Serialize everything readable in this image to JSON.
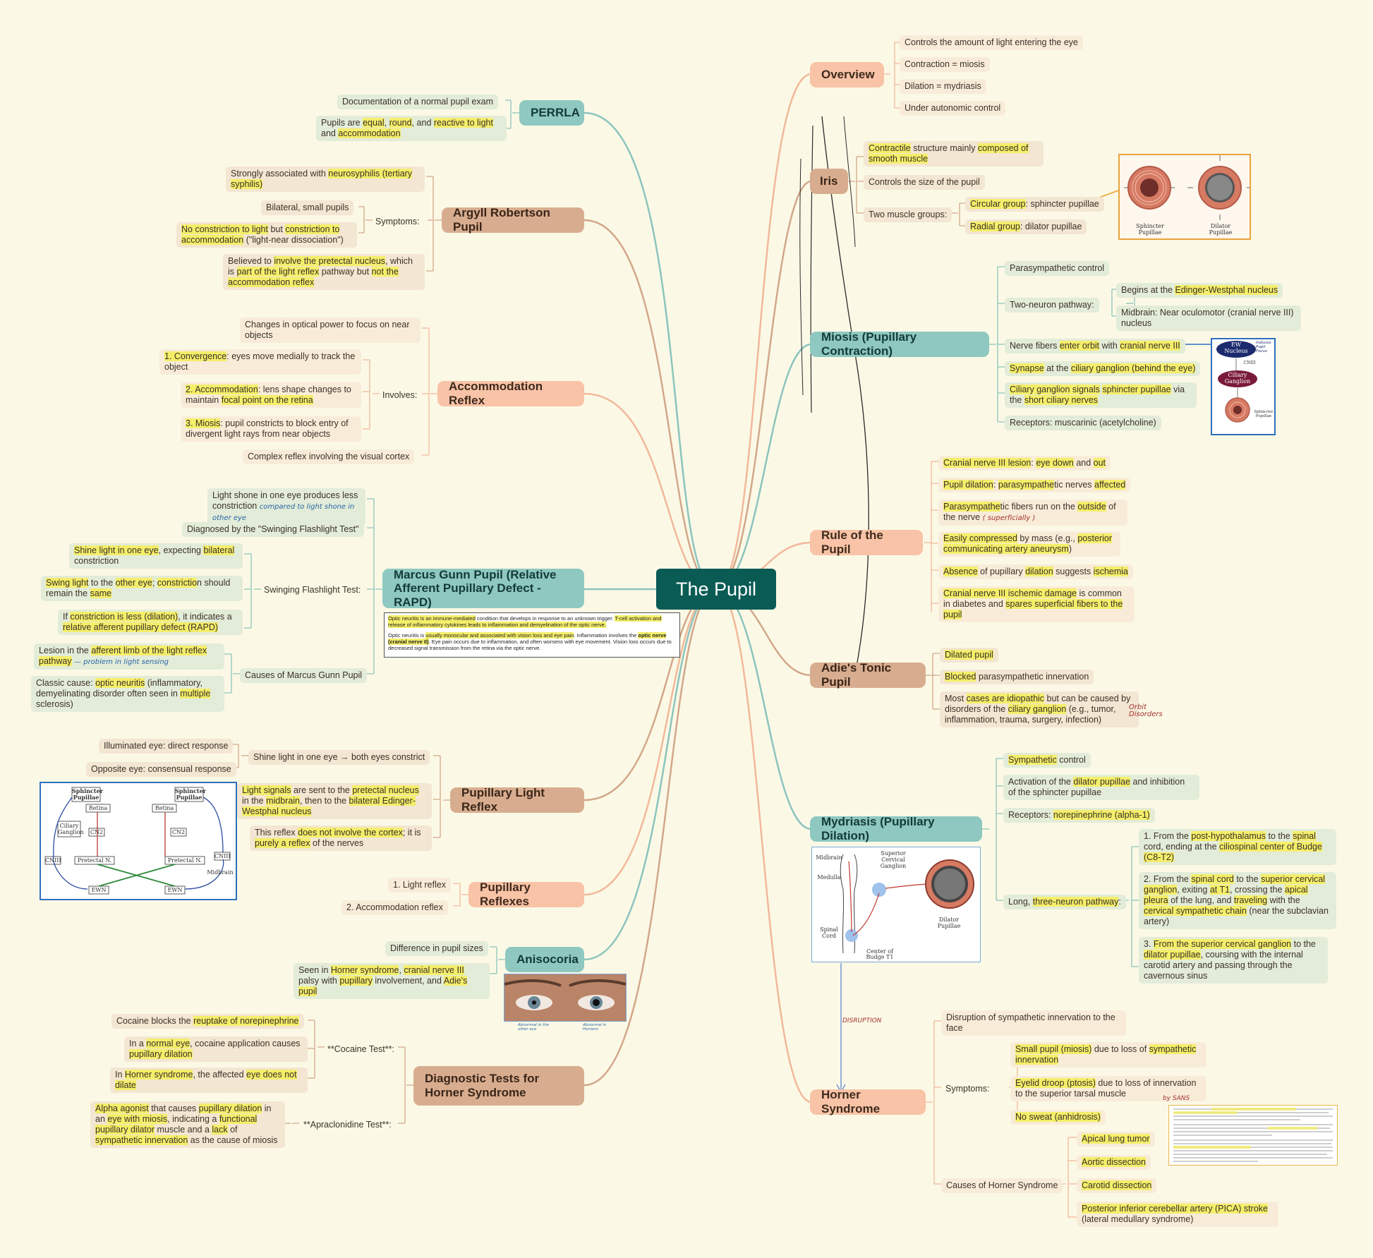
{
  "central": "The Pupil",
  "right": {
    "overview": {
      "title": "Overview",
      "items": [
        "Controls the amount of light entering the eye",
        "Contraction = miosis",
        "Dilation = mydriasis",
        "Under autonomic control"
      ]
    },
    "iris": {
      "title": "Iris",
      "item1_hl1": "Contractile",
      "item1_t1": " structure mainly ",
      "item1_hl2": "composed of smooth muscle",
      "item2": "Controls the size of the pupil",
      "groups_label": "Two muscle groups:",
      "circular_hl": "Circular group",
      "circular_rest": ": sphincter pupillae",
      "radial_hl": "Radial group",
      "radial_rest": ": dilator pupillae",
      "fig_labels": [
        "Sphincter Pupillae",
        "Dilator Pupillae"
      ]
    },
    "miosis": {
      "title": "Miosis (Pupillary Contraction)",
      "item1": "Parasympathetic control",
      "pathway_label": "Two-neuron pathway:",
      "ew_t1": "Begins at the ",
      "ew_hl": "Edinger-Westphal nucleus",
      "midbrain": "Midbrain: Near oculomotor (cranial nerve III) nucleus",
      "fibers_t1": "Nerve fibers ",
      "fibers_hl1": "enter orbit",
      "fibers_t2": " with ",
      "fibers_hl2": "cranial nerve III",
      "synapse_hl1": "Synapse",
      "synapse_t1": " at the ",
      "synapse_hl2": "ciliary ganglion (behind the eye)",
      "signals_hl1": "Ciliary ganglion signals",
      "signals_t1": " ",
      "signals_hl2": "sphincter pupillae",
      "signals_t2": " via the ",
      "signals_hl3": "short ciliary nerves",
      "receptors": "Receptors: muscarinic (acetylcholine)",
      "fig_labels": [
        "EW Nucleus",
        "CNIII",
        "Ciliary Ganglion",
        "Sphincter Pupillae",
        "Induces Pupil Focus"
      ]
    },
    "rule": {
      "title": "Rule of the Pupil",
      "i1_hl1": "Cranial nerve III lesion",
      "i1_t1": ": ",
      "i1_hl2": "eye down",
      "i1_t2": " and ",
      "i1_hl3": "out",
      "i2_hl1": "Pupil dilation",
      "i2_t1": ": ",
      "i2_hl2": "parasympathe",
      "i2_t2": "tic nerves ",
      "i2_hl3": "affected",
      "i3_hl1": "Parasympathe",
      "i3_t1": "tic fibers run on the ",
      "i3_hl2": "outside",
      "i3_t2": " of the nerve",
      "i3_note": "( superficially )",
      "i4_hl1": "Easily compressed",
      "i4_t1": " by mass (e.g., ",
      "i4_hl2": "posterior communicating artery aneurysm",
      "i4_t2": ")",
      "i5_hl1": "Absence",
      "i5_t1": " of pupillary ",
      "i5_hl2": "dilation",
      "i5_t2": " suggests ",
      "i5_hl3": "ischemia",
      "i6_hl1": "Cranial nerve III ischemic damage",
      "i6_t1": " is common in diabetes and ",
      "i6_hl2": "spares superficial fibers to the pupil"
    },
    "adie": {
      "title": "Adie's Tonic Pupil",
      "i1_hl": "Dilated pupil",
      "i2_hl": "Blocked",
      "i2_t": " parasympathetic innervation",
      "i3_t1": "Most ",
      "i3_hl1": "cases are idiopathic",
      "i3_t2": " but can be caused by disorders of the ",
      "i3_hl2": "ciliary ganglion",
      "i3_t3": " (e.g., tumor, inflammation, trauma, surgery, infection)",
      "note": "Orbit Disorders"
    },
    "mydriasis": {
      "title": "Mydriasis (Pupillary Dilation)",
      "i1_hl": "Sympathetic",
      "i1_t": " control",
      "i2_t1": "Activation of the ",
      "i2_hl": "dilator pupillae",
      "i2_t2": " and inhibition of the sphincter pupillae",
      "i3_t1": "Receptors: ",
      "i3_hl": "norepinephrine (alpha-1)",
      "path_t1": "Long, ",
      "path_hl": "three-neuron pathway",
      "path_t2": ":",
      "p1_t1": "1. From the ",
      "p1_hl1": "post-hypothalamus",
      "p1_t2": " to the ",
      "p1_hl2": "spinal",
      "p1_t3": " cord, ending at the ",
      "p1_hl3": "ciliospinal center of Budge (C8-T2)",
      "p2_t1": "2. From the ",
      "p2_hl1": "spinal cord",
      "p2_t2": " to the ",
      "p2_hl2": "superior cervical ganglion",
      "p2_t3": ", exiting ",
      "p2_hl3": "at T1",
      "p2_t4": ", crossing the ",
      "p2_hl4": "apical pleura",
      "p2_t5": " of the lung, and ",
      "p2_hl5": "traveling",
      "p2_t6": " with the ",
      "p2_hl6": "cervical sympathetic chain",
      "p2_t7": " (near the subclavian artery)",
      "p3_t1": "3. ",
      "p3_hl1": "From the superior cervical ganglion",
      "p3_t2": " to the ",
      "p3_hl2": "dilator pupillae",
      "p3_t3": ", coursing with the internal carotid artery and passing through the cavernous sinus",
      "fig_labels": [
        "Midbrain",
        "Medulla",
        "Spinal Cord",
        "Superior Cervical Ganglion",
        "Center of Budge T1",
        "Dilator Pupillae"
      ],
      "arrow_note": "DISRUPTION"
    },
    "horner": {
      "title": "Horner Syndrome",
      "i1": "Disruption of sympathetic innervation to the face",
      "symptoms_label": "Symptoms:",
      "s1_hl1": "Small pupil (miosis)",
      "s1_t1": " due to loss of ",
      "s1_hl2": "sympathetic innervation",
      "s2_hl1": "Eyelid droop (ptosis)",
      "s2_t1": " due to loss of innervation to the superior tarsal muscle",
      "s2_note": "by SANS",
      "s3_hl": "No sweat (anhidrosis)",
      "causes_label": "Causes of Horner Syndrome",
      "c1_hl": "Apical lung tumor",
      "c2_hl": "Aortic dissection",
      "c3_hl": "Carotid dissection",
      "c4_hl": "Posterior inferior cerebellar artery (PICA) stroke",
      "c4_t": " (lateral medullary syndrome)"
    }
  },
  "left": {
    "perrla": {
      "title": "PERRLA",
      "i1": "Documentation of a normal pupil exam",
      "i2_t1": "Pupils are ",
      "i2_hl1": "equal",
      "i2_t2": ", ",
      "i2_hl2": "round",
      "i2_t3": ", and ",
      "i2_hl3": "reactive to light",
      "i2_t4": " and ",
      "i2_hl4": "accommodation"
    },
    "argyll": {
      "title": "Argyll Robertson Pupil",
      "i1_t1": "Strongly associated with ",
      "i1_hl": "neurosyphilis (tertiary syphilis)",
      "symptoms_label": "Symptoms:",
      "s1": "Bilateral, small pupils",
      "s2_hl1": "No constriction to light",
      "s2_t1": " but ",
      "s2_hl2": "constriction to accommodation",
      "s2_t2": " (\"light-near dissociation\")",
      "i3_t1": "Believed to ",
      "i3_hl1": "involve the pretectal nucleus",
      "i3_t2": ", which is ",
      "i3_hl2": "part of the light reflex",
      "i3_t3": " pathway but ",
      "i3_hl3": "not the accommodation reflex"
    },
    "accommodation": {
      "title": "Accommodation Reflex",
      "i1": "Changes in optical power to focus on near objects",
      "involves_label": "Involves:",
      "v1_hl": "1. Convergence",
      "v1_t": ": eyes move medially to track the object",
      "v2_hl": "2. Accommodation",
      "v2_t1": ": lens shape changes to maintain ",
      "v2_hl2": "focal point on the retina",
      "v3_hl": "3. Miosis",
      "v3_t": ": pupil constricts to block entry of divergent light rays from near objects",
      "i2": "Complex reflex involving the visual cortex"
    },
    "marcus": {
      "title": "Marcus Gunn Pupil (Relative Afferent Pupillary Defect - RAPD)",
      "i1": "Light shone in one eye produces less constriction",
      "i1_note": "compared to light shone in other eye",
      "i2": "Diagnosed by the \"Swinging Flashlight Test\"",
      "swing_label": "Swinging Flashlight Test:",
      "w1_hl1": "Shine light in one eye",
      "w1_t1": ", expecting ",
      "w1_hl2": "bilateral",
      "w1_t2": " constriction",
      "w2_hl1": "Swing light",
      "w2_t1": " to the ",
      "w2_hl2": "other eye",
      "w2_t2": "; ",
      "w2_hl3": "constrictio",
      "w2_t3": "n should remain the ",
      "w2_hl4": "same",
      "w3_t1": "If ",
      "w3_hl1": "constriction is less (dilation)",
      "w3_t2": ", it indicates a ",
      "w3_hl2": "relative afferent pupillary defect (RAPD)",
      "causes_label": "Causes of Marcus Gunn Pupil",
      "c1_t1": "Lesion in the ",
      "c1_hl": "afferent limb of the light reflex pathway",
      "c1_note": "— problem in light sensing",
      "c2_t1": "Classic cause: ",
      "c2_hl1": "optic neuritis",
      "c2_t2": " (inflammatory, demyelinating disorder often seen in ",
      "c2_hl2": "multiple",
      "c2_t3": " sclerosis)",
      "box_p1_hl": "Optic neuritis is an immune-mediated",
      "box_p1_t": " condition that develops in response to an unknown trigger. ",
      "box_p1_hl2": "T-cell activation and release of inflammatory cytokines leads to inflammation and demyelination of the optic nerve.",
      "box_p2_t1": "Optic neuritis is ",
      "box_p2_hl": "usually monocular and associated with vision loss and eye pain",
      "box_p2_t2": ". Inflammation involves the ",
      "box_p2_b": "optic nerve (cranial nerve II)",
      "box_p2_t3": ". Eye pain occurs due to inflammation, and often worsens with eye movement. Vision loss occurs due to decreased signal transmission from the retina via the optic nerve."
    },
    "plr": {
      "title": "Pupillary Light Reflex",
      "shine": "Shine light in one eye → both eyes constrict",
      "direct": "Illuminated eye: direct response",
      "consensual": "Opposite eye: consensual response",
      "i2_hl1": "Light signals",
      "i2_t1": " are sent to the ",
      "i2_hl2": "pretectal nucleus",
      "i2_t2": " in the ",
      "i2_hl3": "midbrain",
      "i2_t3": ", then to the ",
      "i2_hl4": "bilateral Edinger-Westphal nucleus",
      "i3_t1": "This reflex ",
      "i3_hl1": "does not involve the cortex",
      "i3_t2": "; it is ",
      "i3_hl2": "purely a reflex",
      "i3_t3": " of the nerves",
      "fig_labels": [
        "Sphincter Pupillae",
        "Sphincter Pupillae",
        "Retina",
        "Retina",
        "Ciliary Ganglion",
        "CN2",
        "CN2",
        "CNIII",
        "CNIII",
        "Pretectal N.",
        "Pretectal N.",
        "Midbrain",
        "EWN",
        "EWN"
      ]
    },
    "reflexes": {
      "title": "Pupillary Reflexes",
      "items": [
        "1. Light reflex",
        "2. Accommodation reflex"
      ]
    },
    "anisocoria": {
      "title": "Anisocoria",
      "i1": "Difference in pupil sizes",
      "i2_t1": "Seen in ",
      "i2_hl1": "Horner syndrome",
      "i2_t2": ", ",
      "i2_hl2": "cranial nerve III",
      "i2_t3": " palsy with ",
      "i2_hl3": "pupillary",
      "i2_t4": " involvement, and ",
      "i2_hl4": "Adie's pupil",
      "photo_notes": [
        "Abnormal in the other eye",
        "Abnormal in Horners"
      ]
    },
    "diagnostic": {
      "title": "Diagnostic Tests for Horner Syndrome",
      "cocaine_label": "**Cocaine Test**:",
      "c1_t1": "Cocaine blocks the ",
      "c1_hl": "reuptake of norepinephrine",
      "c2_t1": "In a ",
      "c2_hl1": "normal eye",
      "c2_t2": ", cocaine application causes ",
      "c2_hl2": "pupillary dilation",
      "c3_t1": "In ",
      "c3_hl1": "Horner syndrome",
      "c3_t2": ", the affected ",
      "c3_hl2": "eye does not dilate",
      "apra_label": "**Apraclonidine Test**:",
      "a1_hl1": "Alpha agonist",
      "a1_t1": " that causes ",
      "a1_hl2": "pupillary dilation",
      "a1_t2": " in an ",
      "a1_hl3": "eye with miosis",
      "a1_t3": ", indicating a ",
      "a1_hl4": "functional pupillary dilator",
      "a1_t4": " muscle and a ",
      "a1_hl5": "lack",
      "a1_t5": " of ",
      "a1_hl6": "sympathetic innervation",
      "a1_t6": " as the cause of miosis"
    }
  },
  "colors": {
    "center": "#0b5b55",
    "salmon_topic": "#f8c3a6",
    "teal_topic": "#8ec8c0",
    "brown_topic": "#d8ad8f",
    "highlight": "#f4ee6a",
    "background": "#fbf9e6"
  }
}
